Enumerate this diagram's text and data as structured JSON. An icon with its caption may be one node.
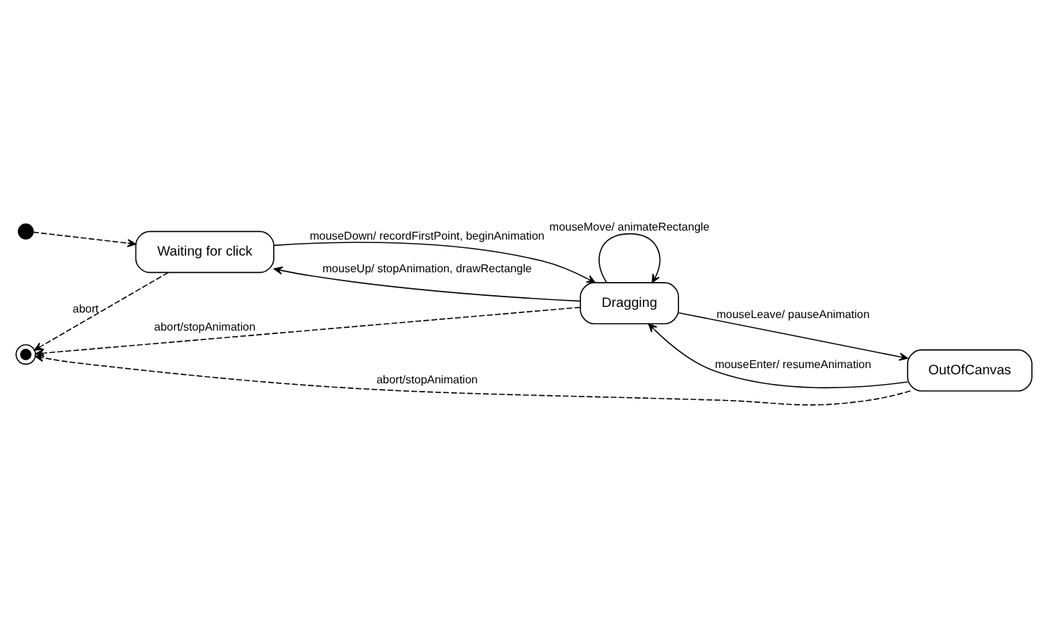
{
  "diagram": {
    "nodes": [
      {
        "text": [],
        "shape": "dot"
      },
      {
        "text": [
          "Waiting for click"
        ]
      },
      {
        "text": [
          "Dragging"
        ]
      },
      {
        "text": [],
        "shape": "bullseye"
      },
      {
        "text": [
          "OutOfCanvas"
        ]
      }
    ],
    "edges": [
      {
        "from": 0,
        "to": 1,
        "arrow": "to",
        "style": "dashed"
      },
      {
        "from": 2,
        "to": 1,
        "arrow": "to",
        "label": "mouseUp/ stopAnimation, drawRectangle"
      },
      {
        "from": 1,
        "to": 2,
        "arrow": "to",
        "label": "mouseDown/ recordFirstPoint, beginAnimation"
      },
      {
        "from": 2,
        "to": 2,
        "arrow": "to",
        "label": "mouseMove/ animateRectangle"
      },
      {
        "from": 1,
        "to": 3,
        "arrow": "to",
        "label": "abort",
        "style": "dashed"
      },
      {
        "from": 2,
        "to": 3,
        "arrow": "to",
        "label": "abort/stopAnimation",
        "style": "dashed"
      },
      {
        "from": 2,
        "to": 4,
        "arrow": "to",
        "label": "mouseLeave/ pauseAnimation"
      },
      {
        "from": 4,
        "to": 2,
        "arrow": "to",
        "label": "mouseEnter/ resumeAnimation"
      },
      {
        "from": 4,
        "to": 3,
        "arrow": "to",
        "label": "abort/stopAnimation",
        "style": "dashed"
      }
    ]
  }
}
